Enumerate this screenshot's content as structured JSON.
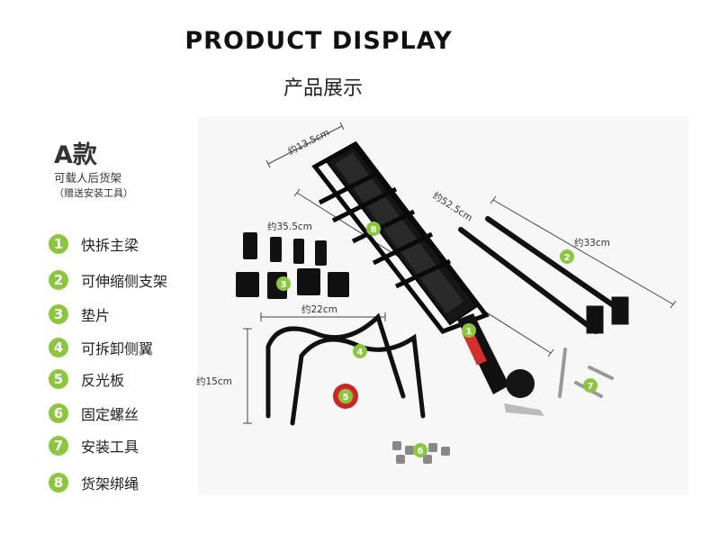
{
  "header": {
    "title": "PRODUCT DISPLAY",
    "subtitle": "产品展示"
  },
  "model": {
    "name": "A款",
    "desc": "可载人后货架",
    "note": "（赠送安装工具）"
  },
  "legend": [
    {
      "num": "1",
      "label": "快拆主梁"
    },
    {
      "num": "2",
      "label": "可伸缩侧支架"
    },
    {
      "num": "3",
      "label": "垫片"
    },
    {
      "num": "4",
      "label": "可拆卸侧翼"
    },
    {
      "num": "5",
      "label": "反光板"
    },
    {
      "num": "6",
      "label": "固定螺丝"
    },
    {
      "num": "7",
      "label": "安装工具"
    },
    {
      "num": "8",
      "label": "货架绑绳"
    }
  ],
  "dimensions": {
    "top_width": "约13.5cm",
    "platform_length": "约52.5cm",
    "pad_width": "约35.5cm",
    "strut_length": "约33cm",
    "wing_width": "约22cm",
    "wing_height": "约15cm"
  },
  "colors": {
    "badge": "#8cc63f",
    "frame": "#111111",
    "label": "#d32f2f"
  }
}
